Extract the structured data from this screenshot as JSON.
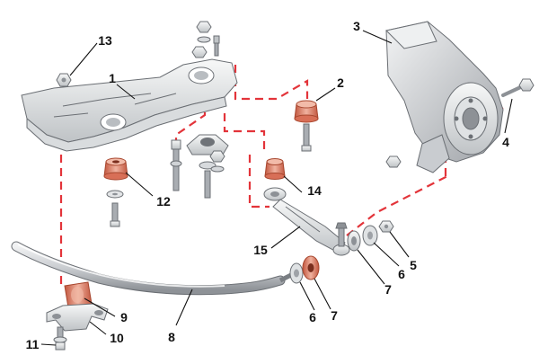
{
  "colors": {
    "steel_light": "#eceeef",
    "steel_mid": "#c7cacd",
    "steel_dark": "#8d9196",
    "rubber": "#e39a85",
    "rubber_dark": "#c2573f",
    "guide_line": "#e3343a"
  },
  "callouts": {
    "c1": "1",
    "c2": "2",
    "c3": "3",
    "c4": "4",
    "c5": "5",
    "c6a": "6",
    "c6b": "6",
    "c7a": "7",
    "c7b": "7",
    "c8": "8",
    "c9": "9",
    "c10": "10",
    "c11": "11",
    "c12": "12",
    "c13": "13",
    "c14": "14",
    "c15": "15"
  }
}
